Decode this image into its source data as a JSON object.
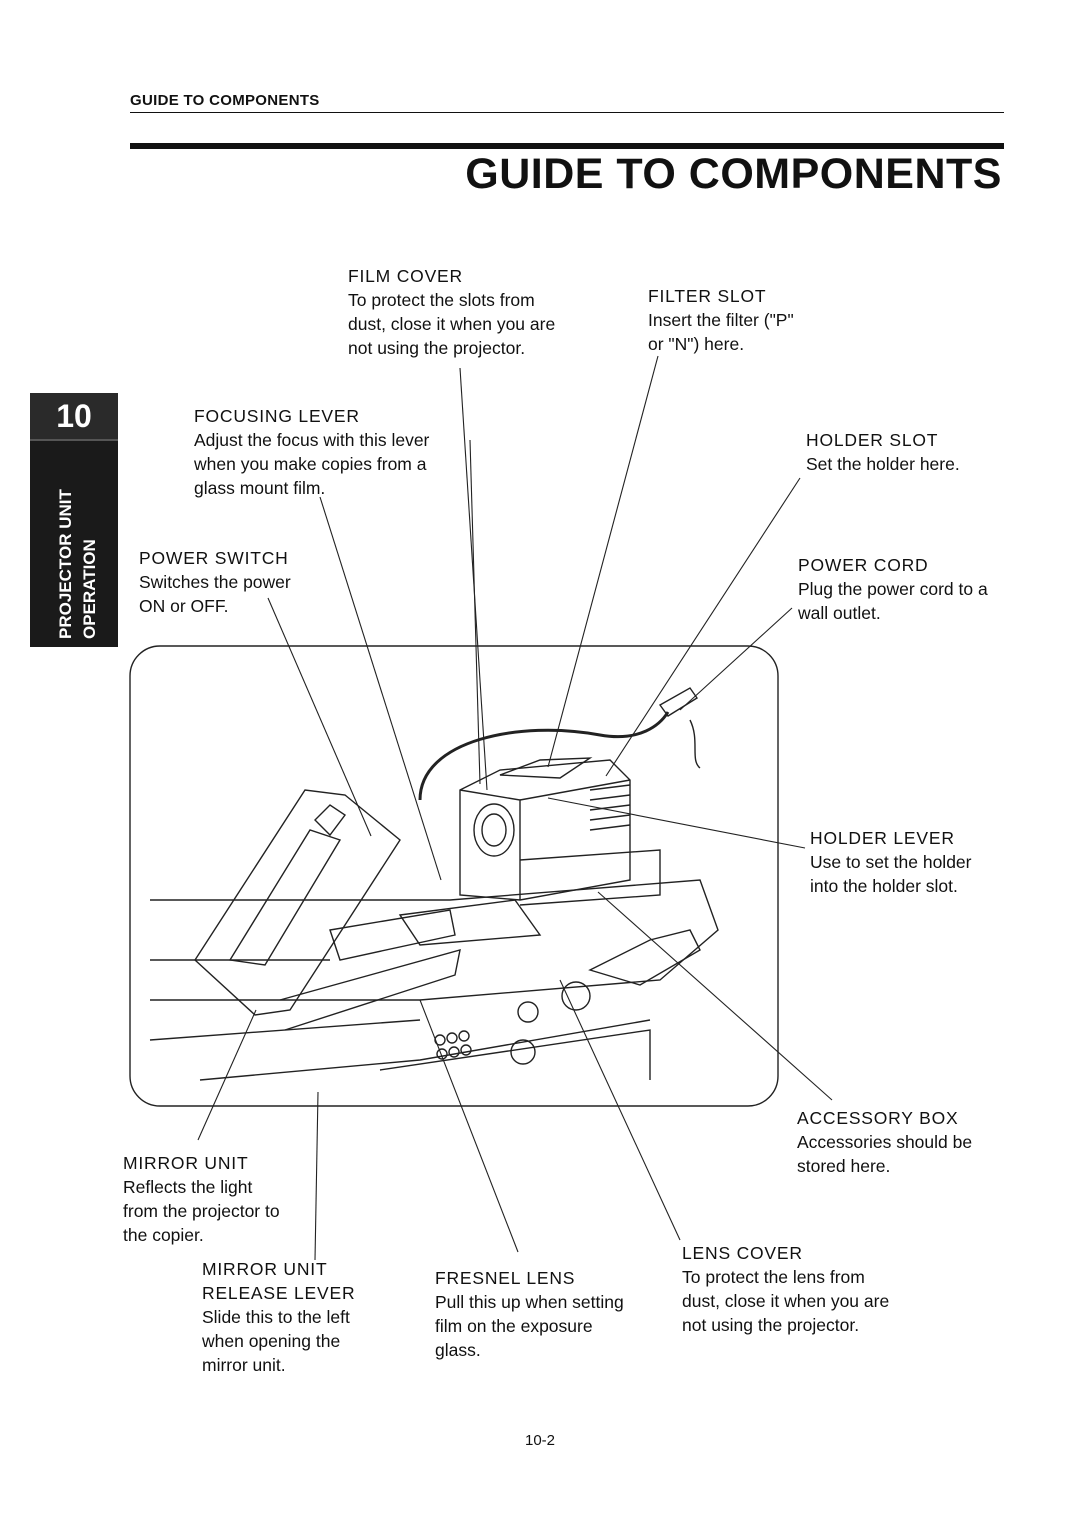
{
  "page": {
    "running_head": "GUIDE TO COMPONENTS",
    "title": "GUIDE TO COMPONENTS",
    "page_number": "10-2"
  },
  "chapter_tab": {
    "number": "10",
    "line1": "PROJECTOR UNIT",
    "line2": "OPERATION"
  },
  "callouts": {
    "film_cover": {
      "heading": "FILM  COVER",
      "body": "To protect the slots from\ndust, close it when you are\nnot using the projector."
    },
    "filter_slot": {
      "heading": "FILTER  SLOT",
      "body": "Insert the filter (\"P\"\nor \"N\") here."
    },
    "focusing_lever": {
      "heading": "FOCUSING  LEVER",
      "body": "Adjust the focus with this lever\nwhen you make copies from a\nglass mount film."
    },
    "holder_slot": {
      "heading": "HOLDER  SLOT",
      "body": "Set the holder here."
    },
    "power_switch": {
      "heading": "POWER  SWITCH",
      "body": "Switches the power\nON or OFF."
    },
    "power_cord": {
      "heading": "POWER  CORD",
      "body": "Plug the power cord to a\nwall outlet."
    },
    "holder_lever": {
      "heading": "HOLDER  LEVER",
      "body": "Use to set the holder\ninto the holder slot."
    },
    "accessory_box": {
      "heading": "ACCESSORY  BOX",
      "body": "Accessories should be\nstored  here."
    },
    "mirror_unit": {
      "heading": "MIRROR  UNIT",
      "body": "Reflects the light\nfrom the projector to\nthe copier."
    },
    "lens_cover": {
      "heading": "LENS  COVER",
      "body": "To protect the lens from\ndust, close it when you are\nnot using the projector."
    },
    "mirror_release": {
      "heading": "MIRROR  UNIT\nRELEASE  LEVER",
      "body": "Slide this to the left\nwhen opening the\nmirror unit."
    },
    "fresnel_lens": {
      "heading": "FRESNEL  LENS",
      "body": "Pull this up when setting\nfilm on the exposure\nglass."
    }
  }
}
